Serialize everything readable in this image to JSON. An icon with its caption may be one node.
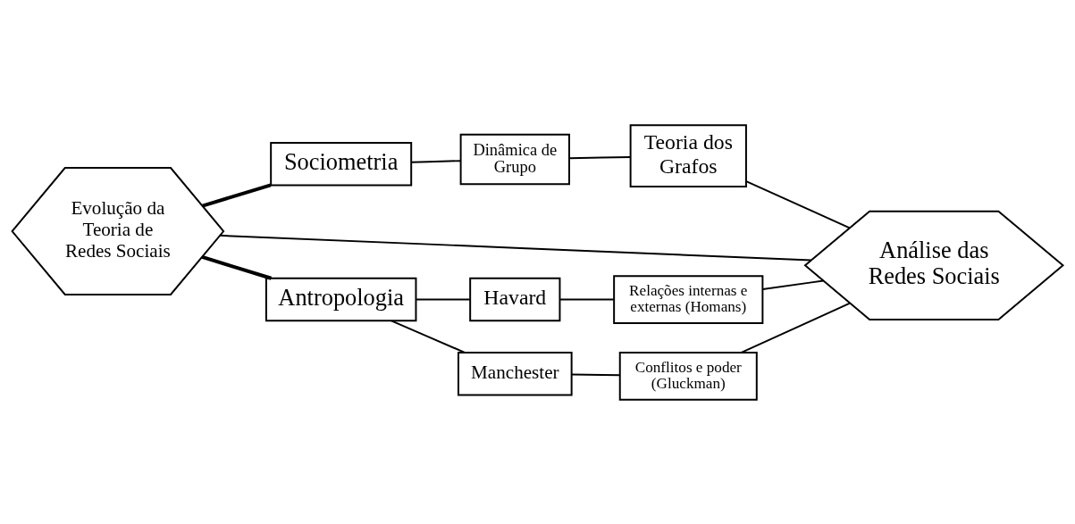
{
  "diagram": {
    "nodes": [
      {
        "text": [
          "Evolução da Teoria de Redes Sociais"
        ]
      },
      {
        "text": [
          "Sociometria"
        ]
      },
      {
        "text": [
          "Dinâmica de Grupo"
        ]
      },
      {
        "text": [
          "Teoria dos Grafos"
        ]
      },
      {
        "text": [
          "Análise das Redes Sociais"
        ]
      },
      {
        "text": [
          "Antropologia"
        ]
      },
      {
        "text": [
          "Havard"
        ]
      },
      {
        "text": [
          "Relações internas e externas (Homans)"
        ]
      },
      {
        "text": [
          "Manchester"
        ]
      },
      {
        "text": [
          "Conflitos e poder (Gluckman)"
        ]
      }
    ],
    "edges": [
      {
        "from": 0,
        "to": 1,
        "arrow": "none",
        "style": "thick"
      },
      {
        "from": 1,
        "to": 2,
        "arrow": "none"
      },
      {
        "from": 2,
        "to": 3,
        "arrow": "none"
      },
      {
        "from": 3,
        "to": 4,
        "arrow": "none"
      },
      {
        "from": 0,
        "to": 4,
        "arrow": "none"
      },
      {
        "from": 0,
        "to": 5,
        "arrow": "none",
        "style": "thick"
      },
      {
        "from": 5,
        "to": 6,
        "arrow": "none"
      },
      {
        "from": 5,
        "to": 8,
        "arrow": "none"
      },
      {
        "from": 6,
        "to": 7,
        "arrow": "none"
      },
      {
        "from": 8,
        "to": 9,
        "arrow": "none"
      },
      {
        "from": 7,
        "to": 4,
        "arrow": "none"
      },
      {
        "from": 9,
        "to": 4,
        "arrow": "none"
      }
    ]
  }
}
